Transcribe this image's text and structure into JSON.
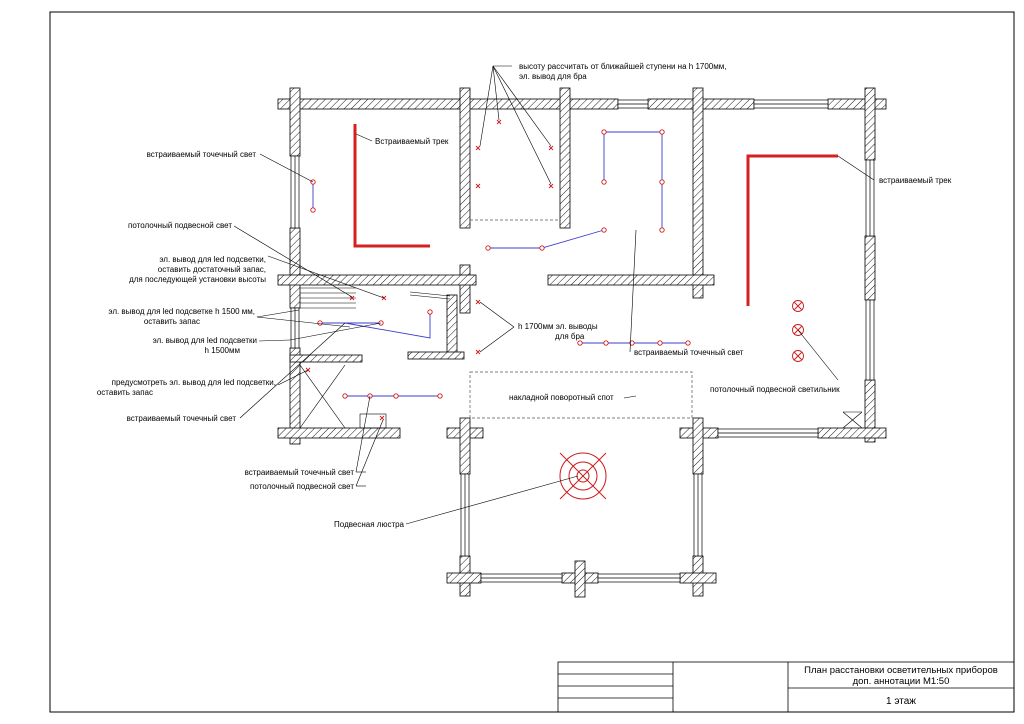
{
  "annotations": {
    "bra_height": "высоту рассчитать от ближайшей ступени на h 1700мм,",
    "bra_height_2": "эл. вывод для бра",
    "track_1": "Встраиваемый трек",
    "track_2": "встраиваемый трек",
    "spot_left_top": "встраиваемый точечный свет",
    "pendant_left": "потолочный подвесной свет",
    "led_reserve_1": "эл. вывод для led подсветки,",
    "led_reserve_2": "оставить достаточный запас,",
    "led_reserve_3": "для последующей установки высоты",
    "led_1500_1": "эл. вывод для led подсветке h 1500 мм,",
    "led_1500_2": "оставить запас",
    "led_h_1": "эл. вывод для led подсветки",
    "led_h_2": "h 1500мм",
    "bra_1700_1": "h 1700мм эл. выводы",
    "bra_1700_2": "для бра",
    "spot_center": "встраиваемый точечный свет",
    "led_provide_1": "предусмотреть эл. вывод для led подсветки,",
    "led_provide_2": "оставить запас",
    "spot_left_bottom": "встраиваемый точечный свет",
    "rotary_spot": "накладной поворотный спот",
    "pendant_right": "потолочный подвесной светильник",
    "spot_bottom": "встраиваемый точечный свет",
    "pendant_bottom": "потолочный подвесной свет",
    "chandelier": "Подвесная люстра"
  },
  "title_block": {
    "title_line_1": "План расстановки осветительных приборов",
    "title_line_2": "доп. аннотации  М1:50",
    "sheet": "1 этаж"
  },
  "colors": {
    "track": "#d42020",
    "wire": "#3b3bd0",
    "fixture": "#cc1a1a"
  }
}
